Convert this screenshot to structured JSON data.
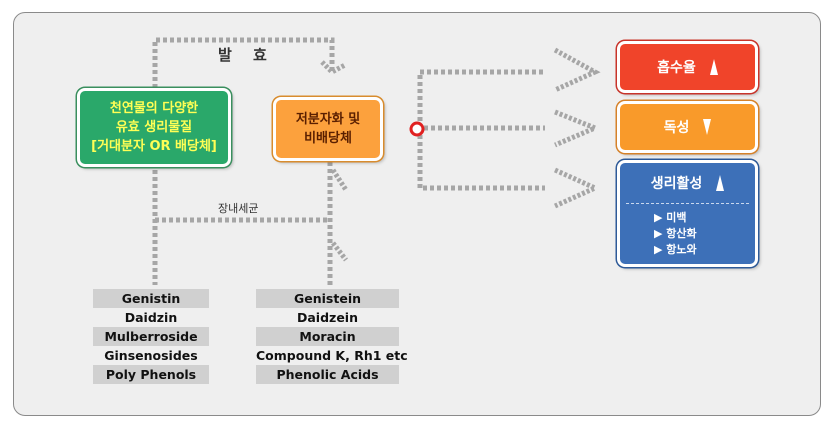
{
  "diagram": {
    "fermentation_label": "발 효",
    "intestinal_label": "장내세균",
    "source_box": {
      "line1": "천연물의 다양한",
      "line2": "유효 생리물질",
      "line3": "[거대분자 OR 배당체]"
    },
    "product_box": {
      "line1": "저분자화 및",
      "line2": "비배당체"
    },
    "effects": {
      "absorption": {
        "label": "흡수율",
        "direction": "up"
      },
      "toxicity": {
        "label": "독성",
        "direction": "down"
      },
      "bioactivity": {
        "label": "생리활성",
        "direction": "up",
        "items": [
          "미백",
          "항산화",
          "항노와"
        ]
      }
    },
    "left_compounds": [
      "Genistin",
      "Daidzin",
      "Mulberroside",
      "Ginsenosides",
      "Poly Phenols"
    ],
    "right_compounds": [
      "Genistein",
      "Daidzein",
      "Moracin",
      "Compound K, Rh1 etc",
      "Phenolic Acids"
    ],
    "colors": {
      "source_fill": "#2aa86a",
      "product_fill": "#fca13d",
      "absorption_fill": "#f0442a",
      "toxicity_fill": "#f99a2a",
      "bioactivity_fill": "#3d70b8",
      "connector": "#a6a6a6",
      "node_ring": "#e02020"
    }
  }
}
